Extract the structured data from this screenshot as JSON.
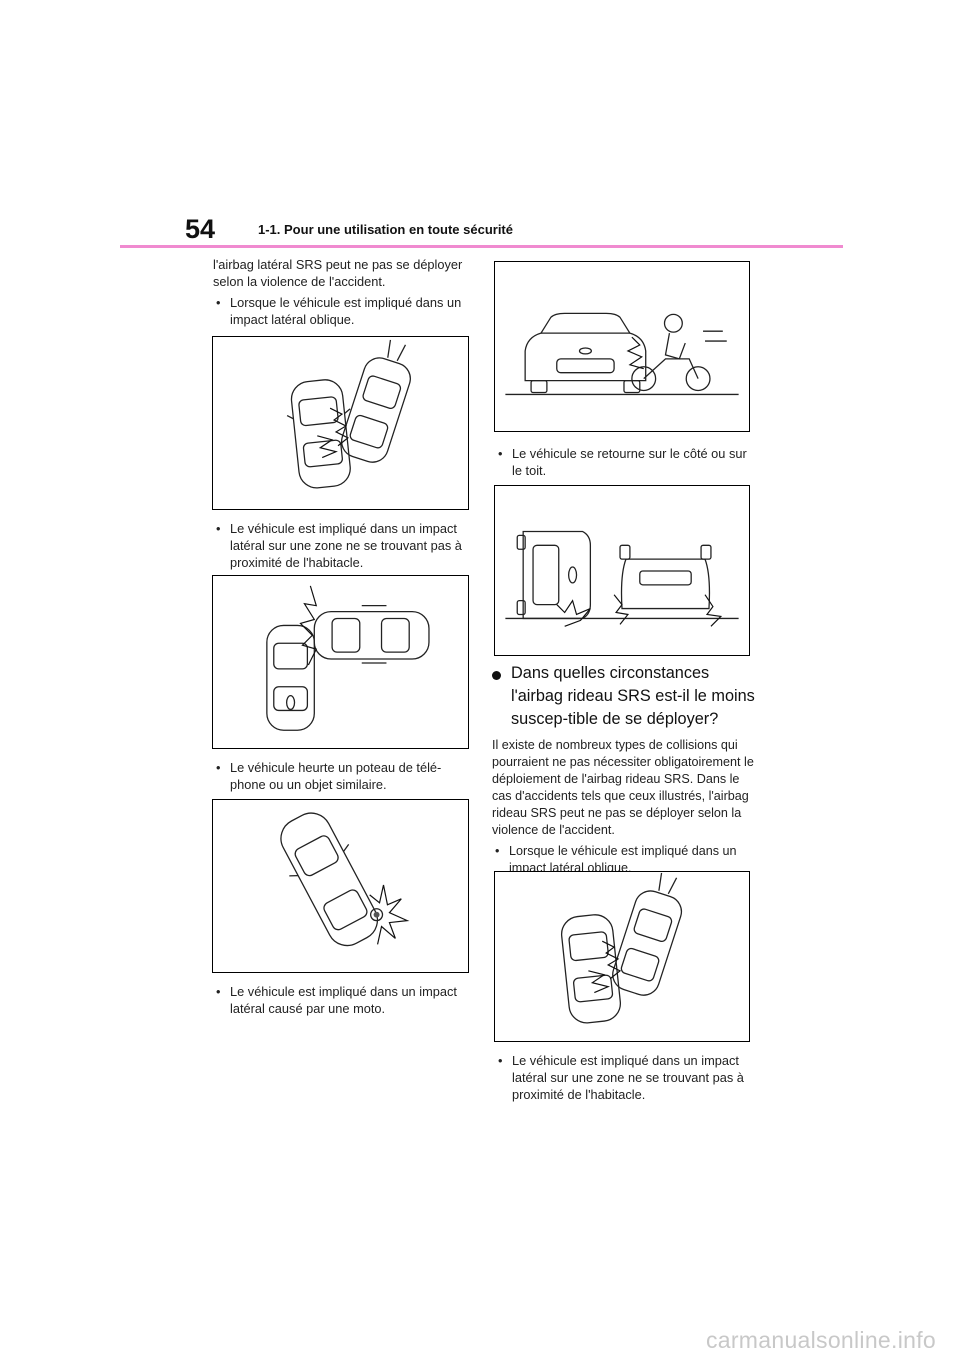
{
  "header": {
    "page_number": "54",
    "section_title": "1-1. Pour une utilisation en toute sécurité"
  },
  "left_column": {
    "intro": "l'airbag latéral SRS peut ne pas se déployer selon la violence de l'accident.",
    "bullet_1": "Lorsque le véhicule est impliqué dans un impact latéral oblique.",
    "bullet_2": "Le véhicule est impliqué dans un impact latéral sur une zone ne se trouvant pas à proximité de l'habitacle.",
    "bullet_3": "Le véhicule heurte un poteau de télé-phone ou un objet similaire.",
    "bullet_4": "Le véhicule est impliqué dans un impact latéral causé par une moto."
  },
  "right_column": {
    "bullet_1": "Le véhicule se retourne sur le côté ou sur le toit.",
    "subheading": "Dans quelles circonstances l'airbag rideau SRS est-il le moins suscep-tible de se déployer?",
    "paragraph": "Il existe de nombreux types de collisions qui pourraient ne pas nécessiter obligatoirement le déploiement de l'airbag rideau SRS. Dans le cas d'accidents tels que ceux illustrés, l'airbag rideau SRS peut ne pas se déployer selon la violence de l'accident.",
    "bullet_2": "Lorsque le véhicule est impliqué dans un impact latéral oblique.",
    "bullet_3": "Le véhicule est impliqué dans un impact latéral sur une zone ne se trouvant pas à proximité de l'habitacle."
  },
  "watermark": "carmanualsonline.info"
}
